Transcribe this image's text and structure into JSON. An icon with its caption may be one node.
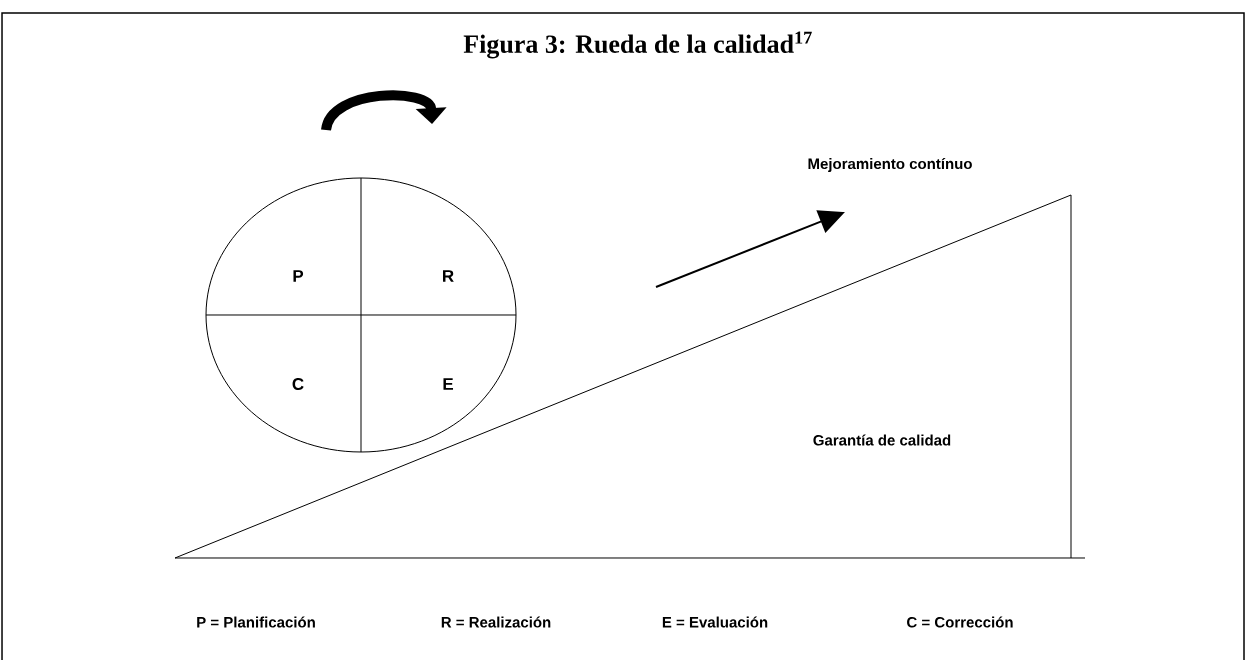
{
  "diagram": {
    "title": "Figura 3: Rueda de la calidad$^{17}$",
    "nodes": [
      {
        "text": [
          "P",
          "R",
          "C",
          "E"
        ]
      },
      {
        "text": [
          "Garantía de calidad"
        ]
      }
    ],
    "labels": [
      "Mejoramiento contínuo",
      "P = Planificación",
      "R = Realización",
      "E = Evaluación",
      "C = Corrección"
    ]
  }
}
